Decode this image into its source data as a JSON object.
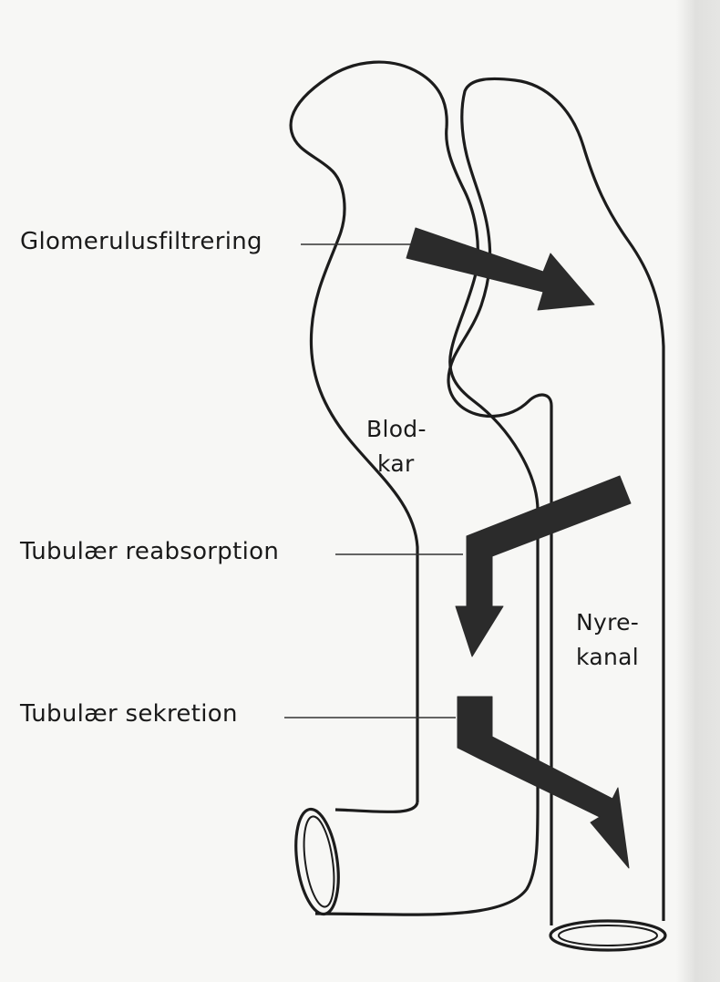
{
  "labels": {
    "glomerular_filtration": "Glomerulusfiltrering",
    "tubular_reabsorption": "Tubulær reabsorption",
    "tubular_secretion": "Tubulær sekretion",
    "blood_vessel_line1": "Blod-",
    "blood_vessel_line2": "kar",
    "kidney_tubule_line1": "Nyre-",
    "kidney_tubule_line2": "kanal"
  },
  "colors": {
    "background": "#f7f7f5",
    "outline": "#1c1c1c",
    "arrow_fill": "#2b2b2b"
  }
}
